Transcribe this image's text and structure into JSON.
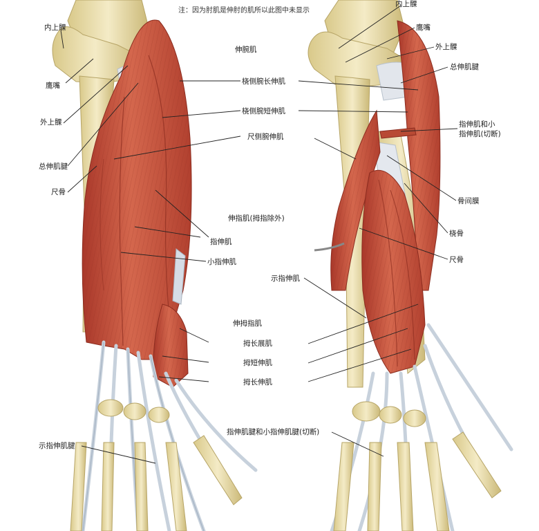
{
  "note": "注：因为肘肌是伸肘的肌所以此图中未显示",
  "heading_extensors": "伸腕肌",
  "heading_digitorum": "伸指肌(拇指除外)",
  "heading_pollicis": "伸拇指肌",
  "left_labels": {
    "medial_epicondyle": "内上髁",
    "olecranon": "鹰嘴",
    "lateral_epicondyle": "外上髁",
    "common_extensor_tendon": "总伸肌腱",
    "ulna": "尺骨",
    "index_extensor_tendon": "示指伸肌腱"
  },
  "center_labels": {
    "ecrl": "桡侧腕长伸肌",
    "ecrb": "桡侧腕短伸肌",
    "ecu": "尺侧腕伸肌",
    "ed": "指伸肌",
    "edm": "小指伸肌",
    "apl": "拇长展肌",
    "epb": "拇短伸肌",
    "epl": "拇长伸肌"
  },
  "right_labels": {
    "medial_epicondyle": "内上髁",
    "olecranon": "鹰嘴",
    "lateral_epicondyle": "外上髁",
    "common_extensor_tendon": "总伸肌腱",
    "ed_edm_cut_line1": "指伸肌和小",
    "ed_edm_cut_line2": "指伸肌(切断)",
    "interosseous_membrane": "骨间膜",
    "radius": "桡骨",
    "ulna": "尺骨",
    "extensor_indicis": "示指伸肌",
    "tendons_cut": "指伸肌腱和小指伸肌腱(切断)"
  },
  "colors": {
    "muscle": "#c8533d",
    "muscle_dark": "#9e3426",
    "bone": "#efe4b6",
    "bone_shadow": "#c9b777",
    "tendon": "#d6dde6",
    "leader": "#222222"
  }
}
